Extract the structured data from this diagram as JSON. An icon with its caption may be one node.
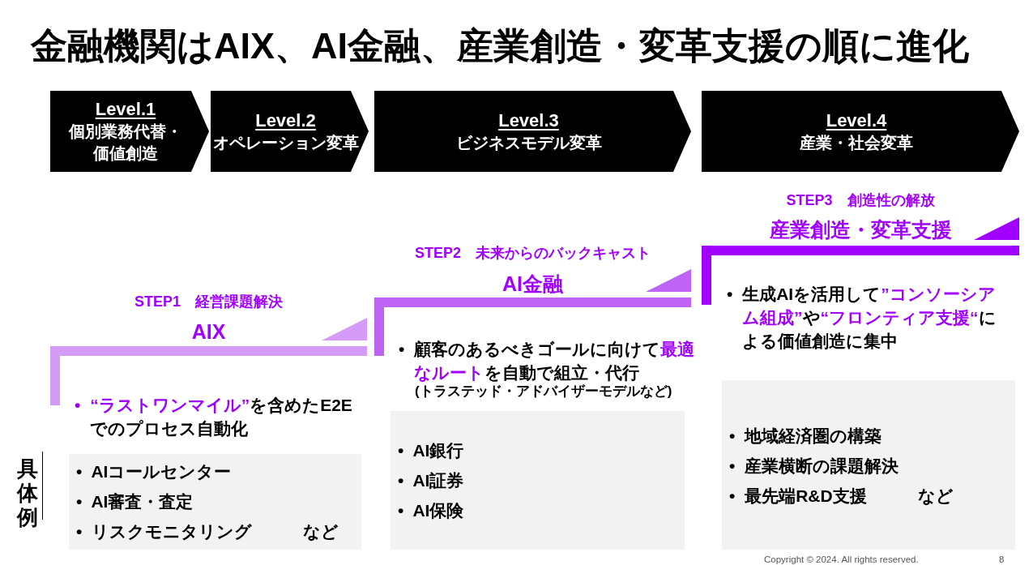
{
  "diagram": {
    "title": "金融機関はAIX、AI金融、産業創造・変革支援の順に進化",
    "nodes": [
      {
        "text": [
          "Level.1",
          "個別業務代替・価値創造"
        ]
      },
      {
        "text": [
          "Level.2",
          "オペレーション変革"
        ]
      },
      {
        "text": [
          "Level.3",
          "ビジネスモデル変革"
        ]
      },
      {
        "text": [
          "Level.4",
          "産業・社会変革"
        ]
      },
      {
        "text": [
          "STEP1　経営課題解決",
          "AIX",
          "**• “ラストワンマイル”**を含めたE2Eでのプロセス自動化"
        ]
      },
      {
        "text": [
          "• AIコールセンター",
          "• AI審査・査定",
          "• リスクモニタリング　　　など"
        ]
      },
      {
        "text": [
          "STEP2　未来からのバックキャスト",
          "AI金融",
          "• 顧客のあるべきゴールに向けて**最適なルート**を自動で組立・代行",
          "(トラステッド・アドバイザーモデルなど)"
        ]
      },
      {
        "text": [
          "• AI銀行",
          "• AI証券",
          "• AI保険"
        ]
      },
      {
        "text": [
          "STEP3　創造性の解放",
          "産業創造・変革支援",
          "• 生成AIを活用して**”コンソーシアム組成”**や**“フロンティア支援“**による価値創造に集中"
        ]
      },
      {
        "text": [
          "• 地域経済圏の構築",
          "• 産業横断の課題解決",
          "• 最先端R&D支援　　　など"
        ]
      }
    ],
    "labels": [
      "具体例",
      "Copyright © 2024. All rights reserved.",
      "8"
    ]
  }
}
